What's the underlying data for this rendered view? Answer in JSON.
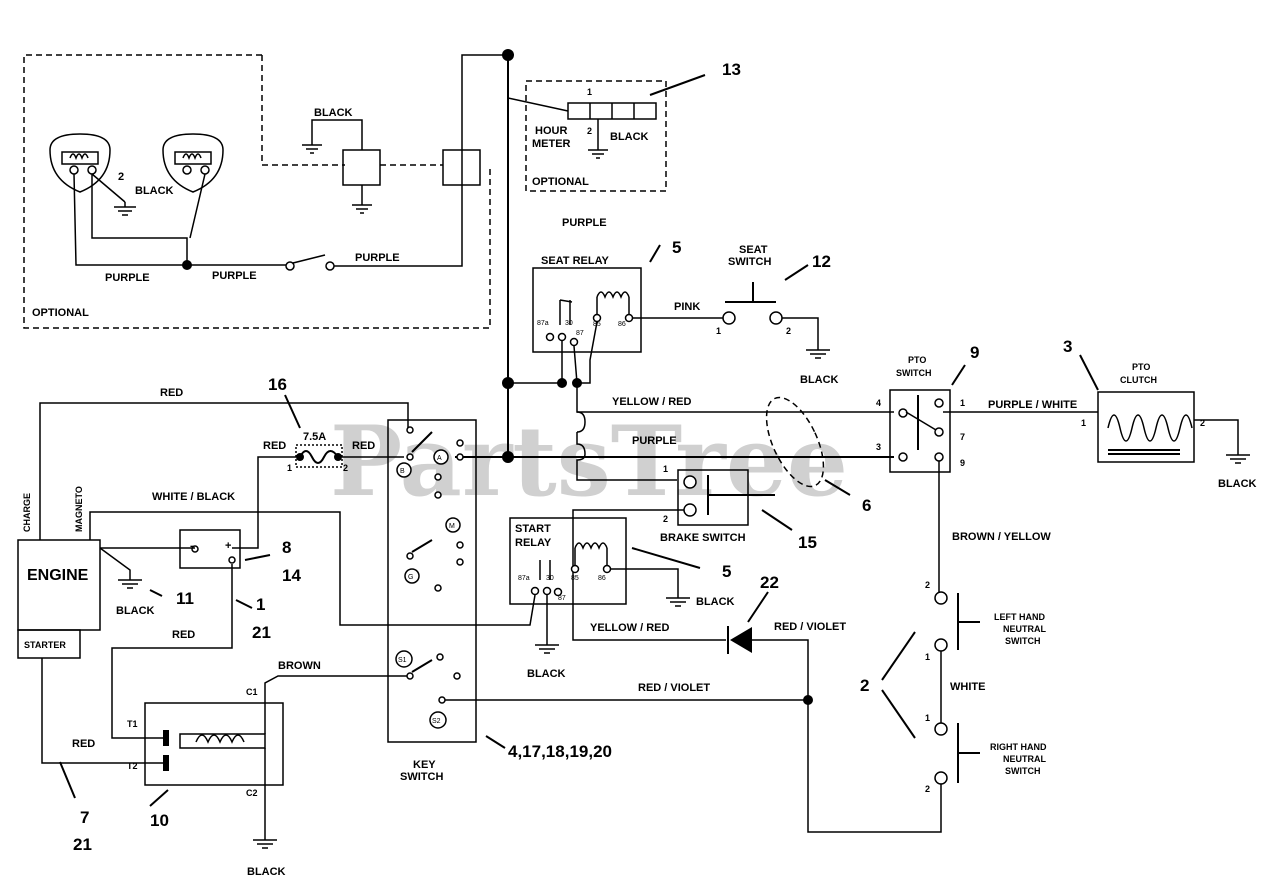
{
  "watermark": "PartsTree",
  "components": {
    "engine": "ENGINE",
    "starter": "STARTER",
    "charge": "CHARGE",
    "magneto": "MAGNETO",
    "seat_relay": "SEAT RELAY",
    "start_relay_1": "START",
    "start_relay_2": "RELAY",
    "seat_switch_1": "SEAT",
    "seat_switch_2": "SWITCH",
    "pto_switch_1": "PTO",
    "pto_switch_2": "SWITCH",
    "pto_clutch_1": "PTO",
    "pto_clutch_2": "CLUTCH",
    "brake_switch": "BRAKE SWITCH",
    "key_switch_1": "KEY",
    "key_switch_2": "SWITCH",
    "hour_meter_1": "HOUR",
    "hour_meter_2": "METER",
    "left_neutral_1": "LEFT HAND",
    "left_neutral_2": "NEUTRAL",
    "left_neutral_3": "SWITCH",
    "right_neutral_1": "RIGHT HAND",
    "right_neutral_2": "NEUTRAL",
    "right_neutral_3": "SWITCH",
    "optional": "OPTIONAL",
    "fuse": "7.5A"
  },
  "wires": {
    "red": "RED",
    "black": "BLACK",
    "purple": "PURPLE",
    "pink": "PINK",
    "purple_white": "PURPLE / WHITE",
    "yellow_red": "YELLOW / RED",
    "white_black": "WHITE / BLACK",
    "brown": "BROWN",
    "brown_yellow": "BROWN / YELLOW",
    "red_violet": "RED / VIOLET",
    "white": "WHITE"
  },
  "callouts": {
    "c13": "13",
    "c5a": "5",
    "c12": "12",
    "c9": "9",
    "c3": "3",
    "c16": "16",
    "c6": "6",
    "c15": "15",
    "c8": "8",
    "c14": "14",
    "c11": "11",
    "c1": "1",
    "c21a": "21",
    "c5b": "5",
    "c22": "22",
    "c2": "2",
    "c10": "10",
    "c7": "7",
    "c21b": "21",
    "c_keys": "4,17,18,19,20"
  },
  "terminals": {
    "t1": "1",
    "t2": "2",
    "t3": "3",
    "t4": "4",
    "t7": "7",
    "t9": "9",
    "T1": "T1",
    "T2": "T2",
    "C1": "C1",
    "C2": "C2",
    "r87a": "87a",
    "r30": "30",
    "r87": "87",
    "r85": "85",
    "r86": "86",
    "A": "A",
    "B": "B",
    "M": "M",
    "G": "G",
    "S1": "S1",
    "S2": "S2",
    "minus": "-",
    "plus": "+"
  }
}
